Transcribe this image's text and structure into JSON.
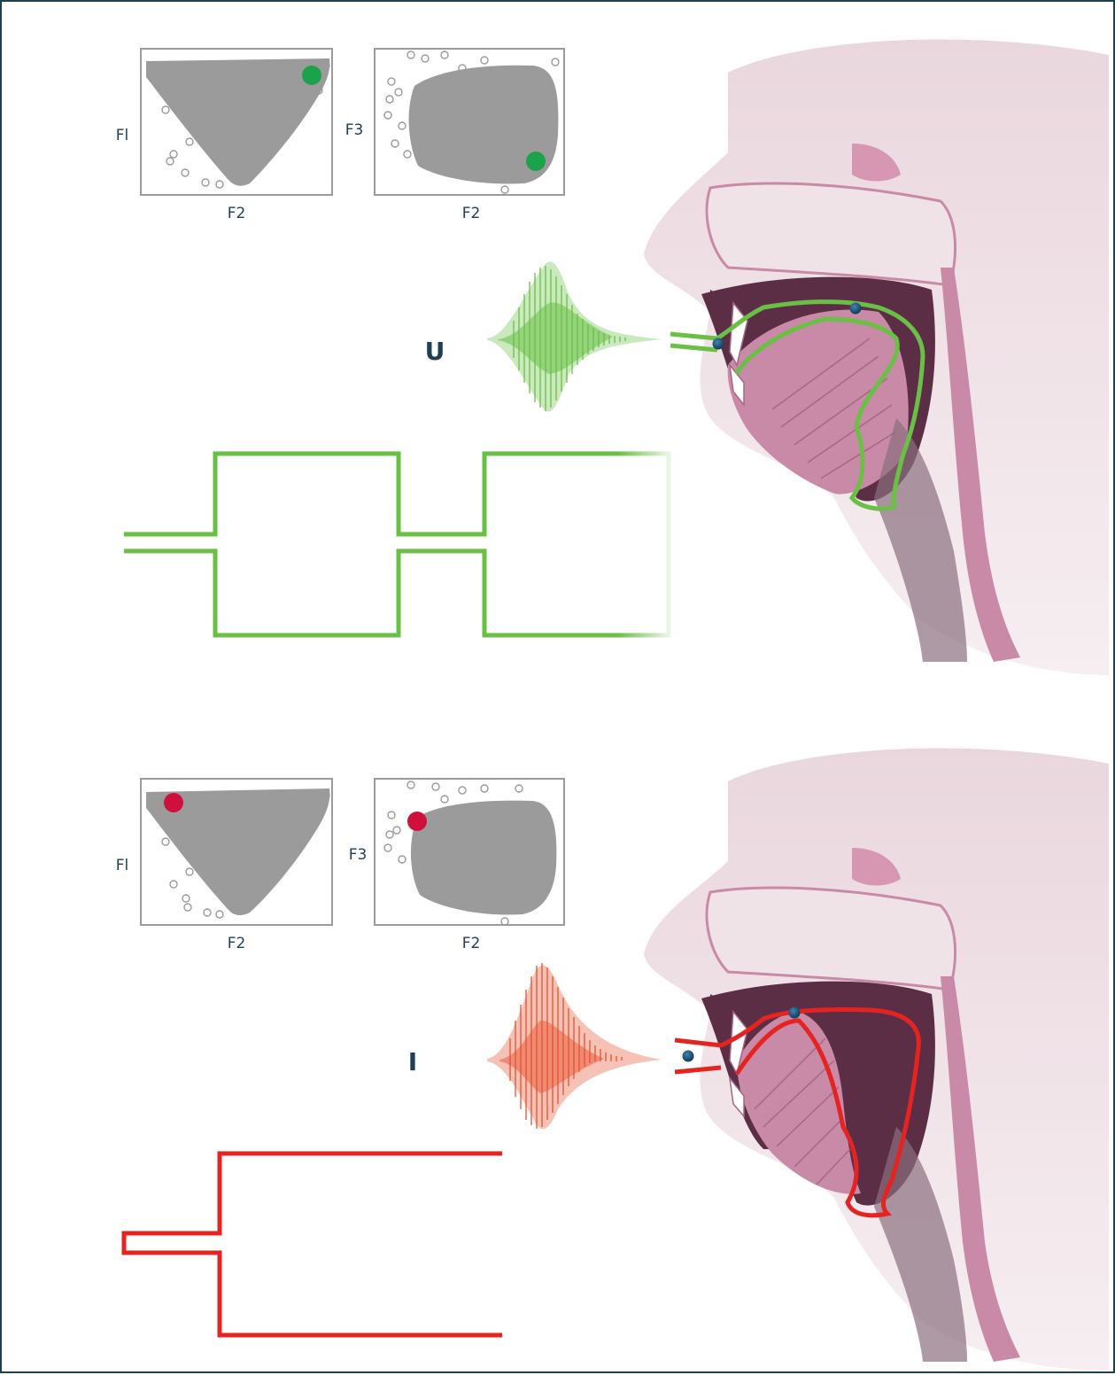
{
  "colors": {
    "frame": "#1f3f52",
    "scatter_gray": "#9b9b9b",
    "u_accent": "#6abf45",
    "u_marker": "#1aa34a",
    "i_accent": "#e52421",
    "i_marker": "#d0103c",
    "dot_blue": "#1d5a7e",
    "tissue_pink": "#c88aa6",
    "tissue_dark": "#5b2e45",
    "bone": "#f1e6ea"
  },
  "panels": [
    {
      "id": "u",
      "vowel_label": "U",
      "accent": "#6abf45",
      "marker_color": "#1aa34a",
      "scatter_f1_f2": {
        "xlabel": "F2",
        "ylabel": "Fl",
        "marker": "top-right"
      },
      "scatter_f3_f2": {
        "xlabel": "F2",
        "ylabel": "F3",
        "marker": "bottom-right"
      },
      "tube_shape": "two-resonators-with-constriction",
      "waveform": "green-burst"
    },
    {
      "id": "i",
      "vowel_label": "I",
      "accent": "#e52421",
      "marker_color": "#d0103c",
      "scatter_f1_f2": {
        "xlabel": "F2",
        "ylabel": "Fl",
        "marker": "top-left"
      },
      "scatter_f3_f2": {
        "xlabel": "F2",
        "ylabel": "F3",
        "marker": "top-left"
      },
      "tube_shape": "narrow-front-wide-back",
      "waveform": "red-burst"
    }
  ]
}
